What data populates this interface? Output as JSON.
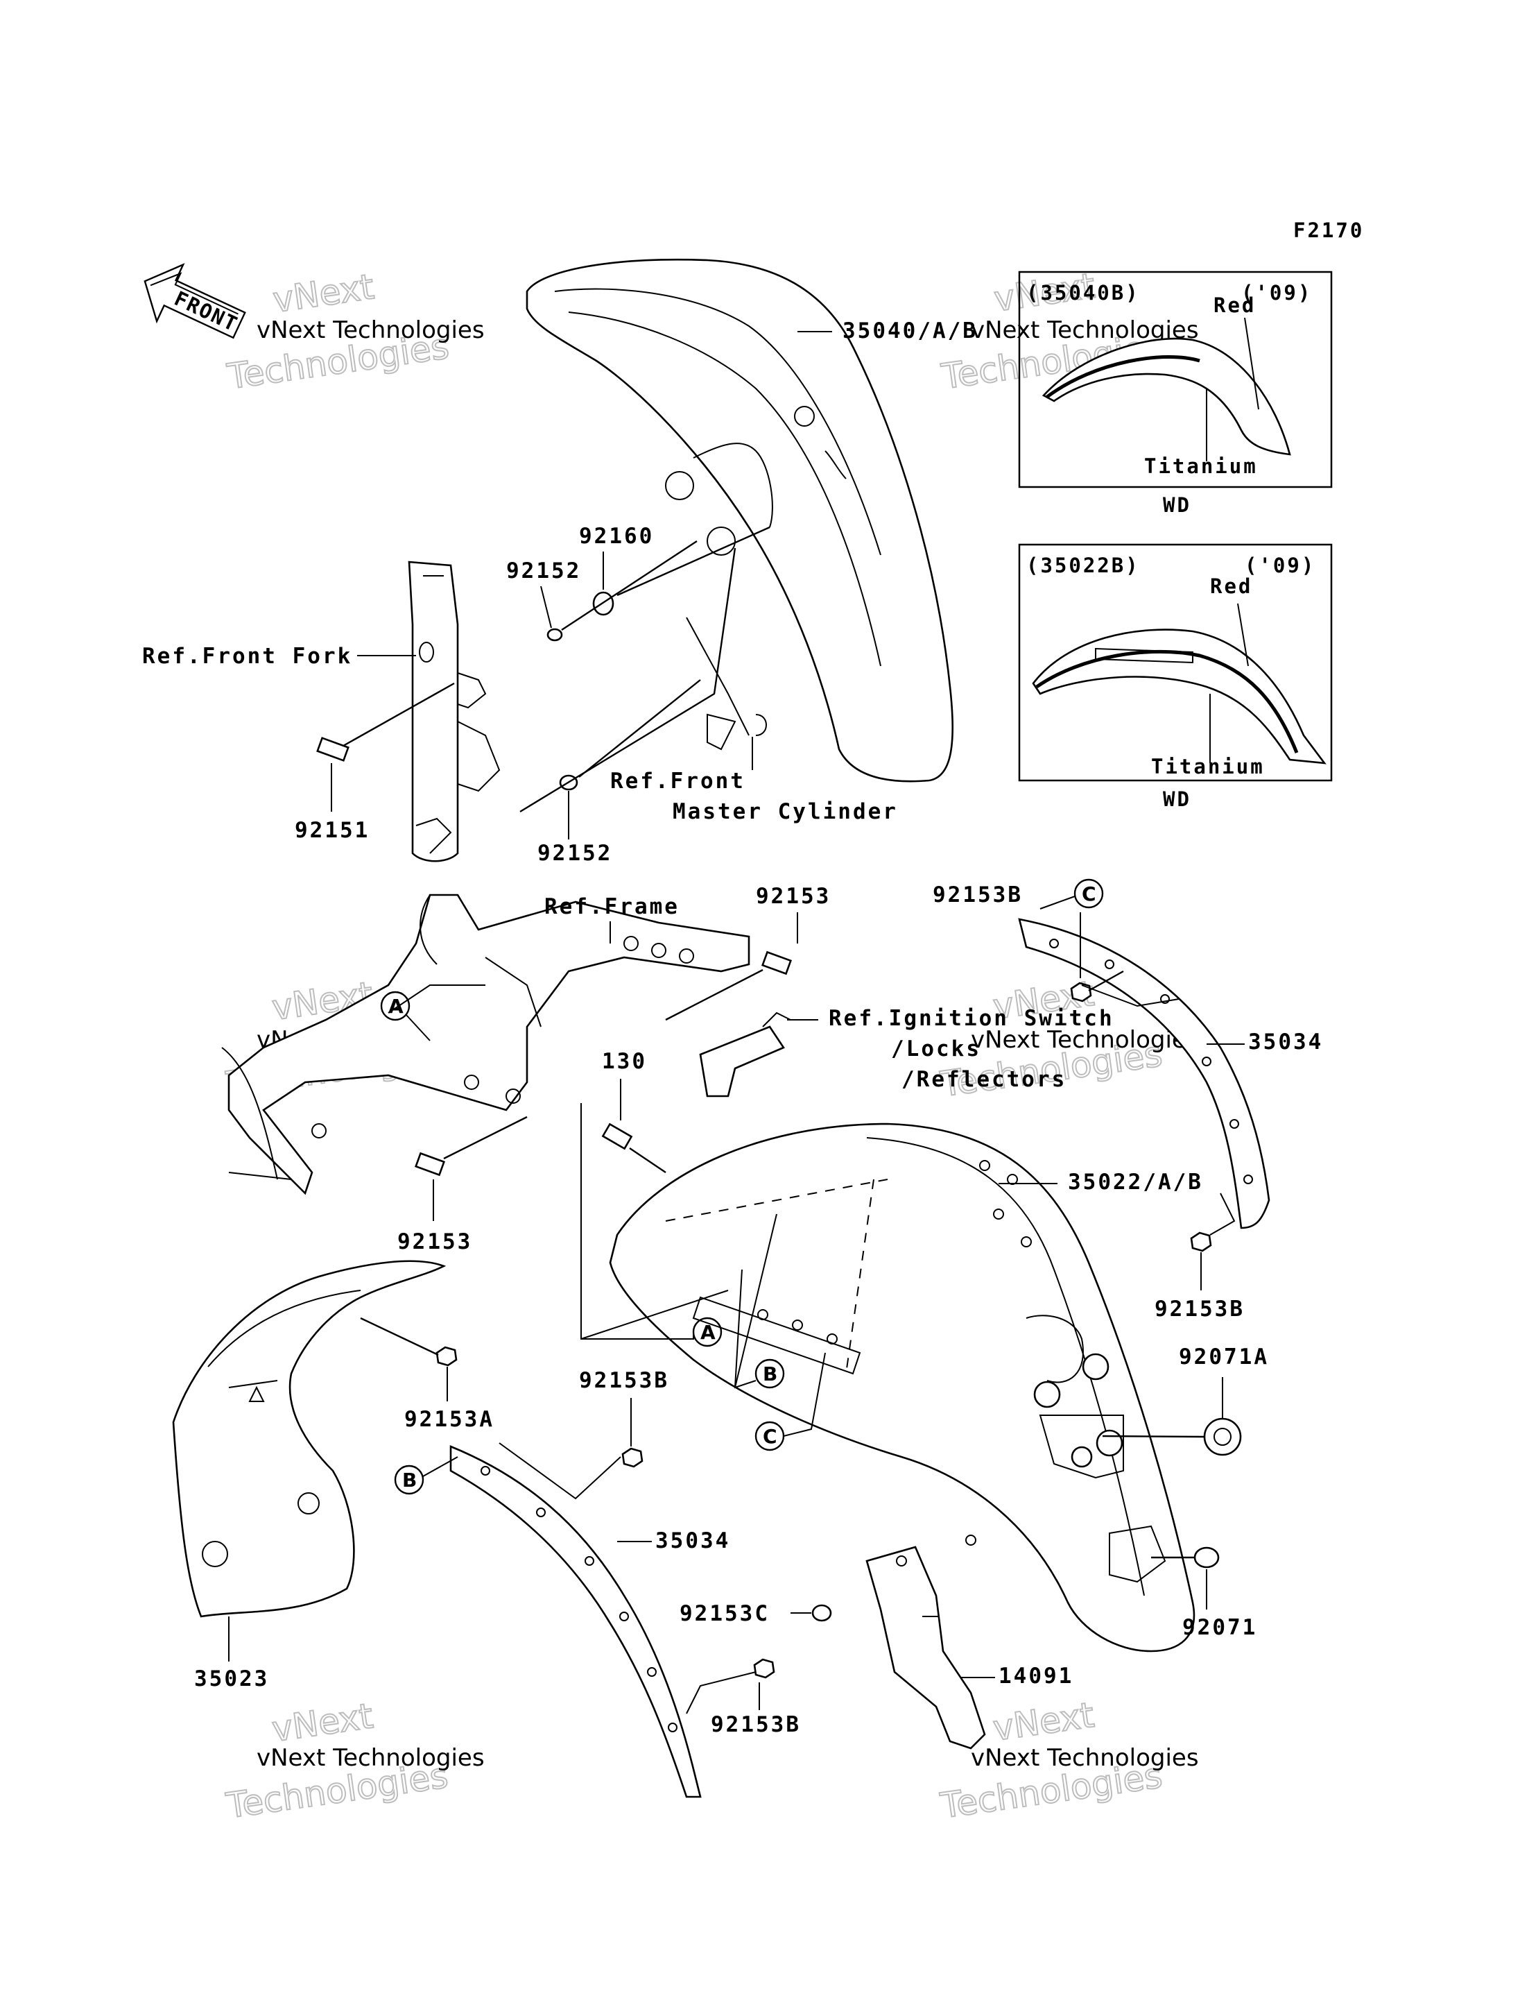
{
  "figure_code": "F2170",
  "front_marker": "FRONT",
  "watermark": {
    "line1": "vNext Technologies",
    "line2": "vNext",
    "line3": "Technologies"
  },
  "inset_top": {
    "part": "(35040B)",
    "year": "('09)",
    "red": "Red",
    "titanium": "Titanium",
    "model": "WD"
  },
  "inset_bottom": {
    "part": "(35022B)",
    "year": "('09)",
    "red": "Red",
    "titanium": "Titanium",
    "model": "WD"
  },
  "refs": {
    "front_fork": "Ref.Front Fork",
    "master_cyl_1": "Ref.Front",
    "master_cyl_2": "Master Cylinder",
    "frame": "Ref.Frame",
    "ignition_1": "Ref.Ignition Switch",
    "ignition_2": "/Locks",
    "ignition_3": "/Reflectors"
  },
  "parts": {
    "p35040": "35040/A/B",
    "p92160": "92160",
    "p92152a": "92152",
    "p92152b": "92152",
    "p92151": "92151",
    "p92153a": "92153",
    "p92153b": "92153",
    "p92153B_top": "92153B",
    "p35034_top": "35034",
    "p130": "130",
    "p35022": "35022/A/B",
    "p92153B_right": "92153B",
    "p92071A": "92071A",
    "p92153A": "92153A",
    "p92153B_mid": "92153B",
    "p35034_bottom": "35034",
    "p92153C": "92153C",
    "p92071": "92071",
    "p14091": "14091",
    "p35023": "35023",
    "p92153B_bottom": "92153B"
  },
  "callouts": {
    "A": "A",
    "B": "B",
    "C": "C"
  }
}
